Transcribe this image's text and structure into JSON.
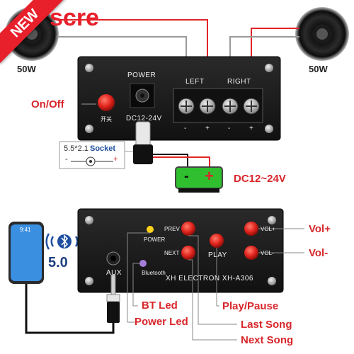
{
  "badge": {
    "text": "NEW"
  },
  "logo_fragment": "scre",
  "top_unit": {
    "speaker_left_watt": "50W",
    "speaker_right_watt": "50W",
    "power_label": "POWER",
    "dc_label": "DC12-24V",
    "left_label": "LEFT",
    "right_label": "RIGHT",
    "switch_text": "开关",
    "terminal_signs": [
      "-",
      "+",
      "-",
      "+"
    ],
    "callouts": {
      "onoff": "On/Off",
      "socket_size": "5.5*2.1",
      "socket_word": "Socket",
      "socket_minus": "-",
      "socket_plus": "+",
      "battery_minus": "-",
      "battery_plus": "+",
      "dc_range": "DC12~24V"
    }
  },
  "bottom_unit": {
    "bt_version": "5.0",
    "aux_label": "AUX",
    "power_led_label": "POWER",
    "bluetooth_led_label": "Bluetooth",
    "prev_label": "PREV",
    "next_label": "NEXT",
    "play_label": "PLAY",
    "volp_label": "VOL+",
    "volm_label": "VOL-",
    "brand": "XH ELECTRON  XH-A306",
    "phone_time": "9:41",
    "callouts": {
      "vol_plus": "Vol+",
      "vol_minus": "Vol-",
      "bt_led": "BT Led",
      "power_led": "Power Led",
      "play_pause": "Play/Pause",
      "last_song": "Last Song",
      "next_song": "Next Song"
    }
  },
  "colors": {
    "accent_red": "#d8262b",
    "panel_dark": "#1a1a1a",
    "wire_red": "#e0252a",
    "wire_gray": "#9a9a9a",
    "battery_green": "#2fbf2f"
  }
}
